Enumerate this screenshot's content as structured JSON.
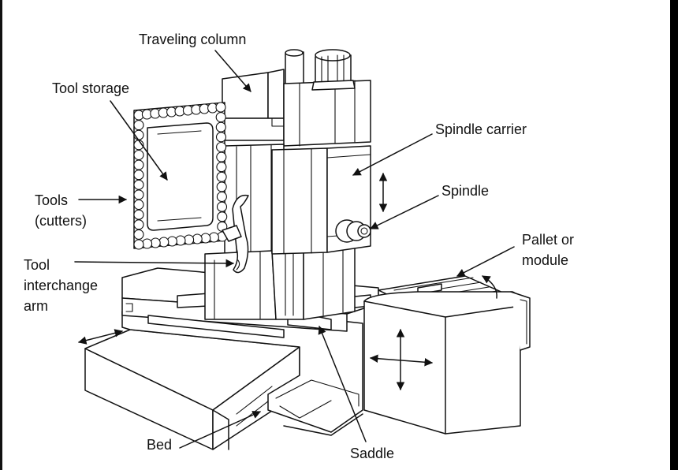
{
  "labels": {
    "traveling_column": "Traveling column",
    "tool_storage": "Tool storage",
    "spindle_carrier": "Spindle carrier",
    "spindle": "Spindle",
    "tools_line1": "Tools",
    "tools_line2": "(cutters)",
    "pallet_line1": "Pallet or",
    "pallet_line2": "module",
    "tool_arm_line1": "Tool",
    "tool_arm_line2": "interchange",
    "tool_arm_line3": "arm",
    "bed": "Bed",
    "saddle": "Saddle"
  }
}
